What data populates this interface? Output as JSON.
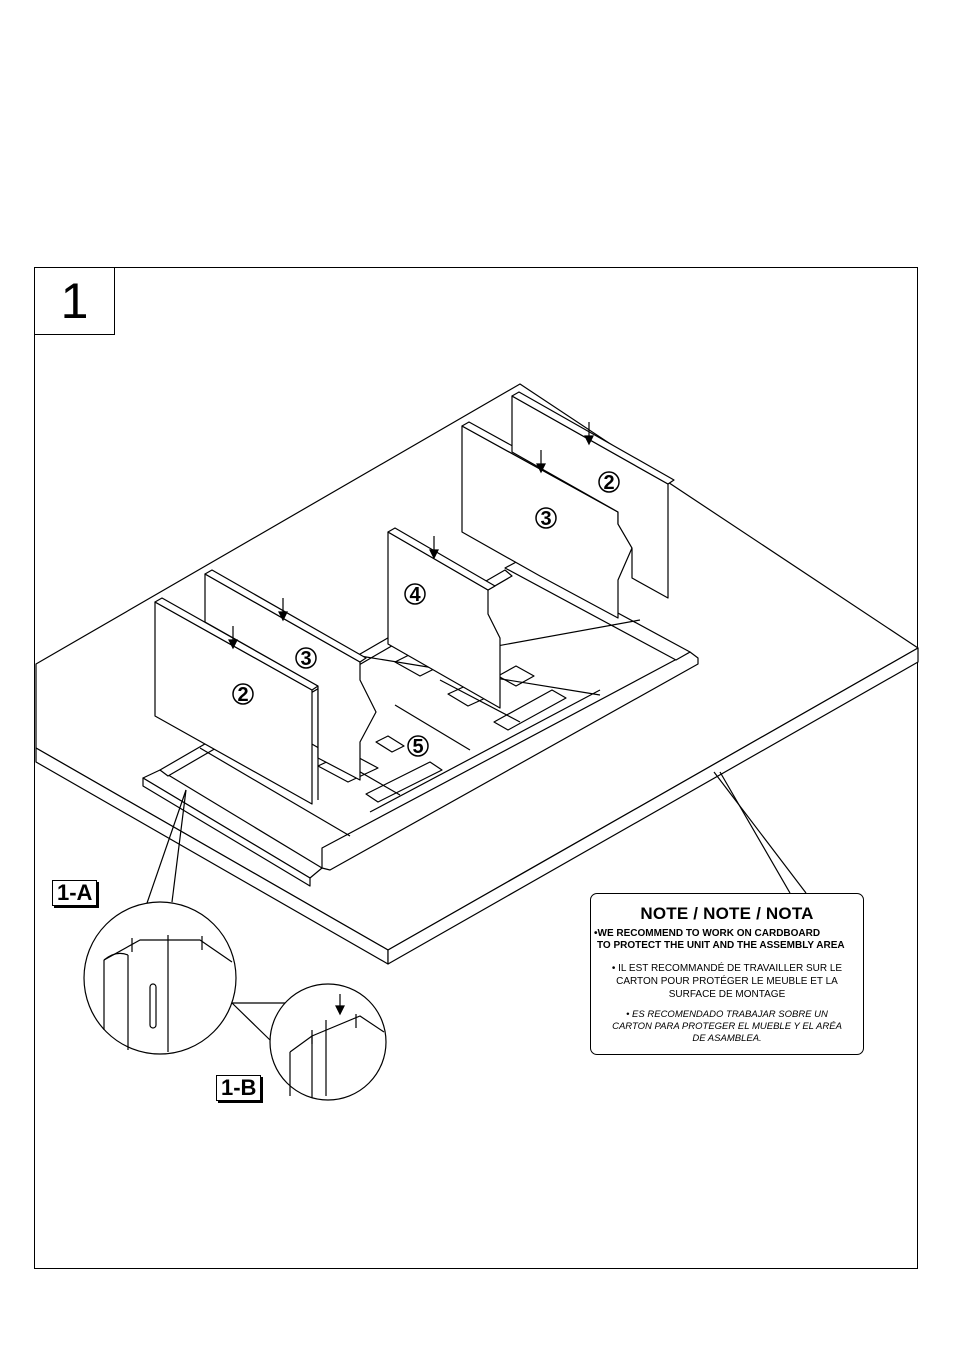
{
  "step": {
    "number": "1"
  },
  "callouts": {
    "a": "1-A",
    "b": "1-B"
  },
  "parts": {
    "p2": "2",
    "p3": "3",
    "p4": "4",
    "p5": "5"
  },
  "note": {
    "title": "NOTE / NOTE / NOTA",
    "en_line1": "•WE RECOMMEND TO WORK ON CARDBOARD",
    "en_line2": "TO PROTECT THE UNIT AND THE ASSEMBLY AREA",
    "fr": "• IL EST RECOMMANDÉ DE TRAVAILLER SUR LE CARTON POUR PROTÉGER LE MEUBLE ET LA SURFACE DE MONTAGE",
    "es": "• ES RECOMENDADO TRABAJAR SOBRE UN CARTON PARA PROTEGER EL MUEBLE Y EL ARÉA DE ASAMBLEA."
  }
}
